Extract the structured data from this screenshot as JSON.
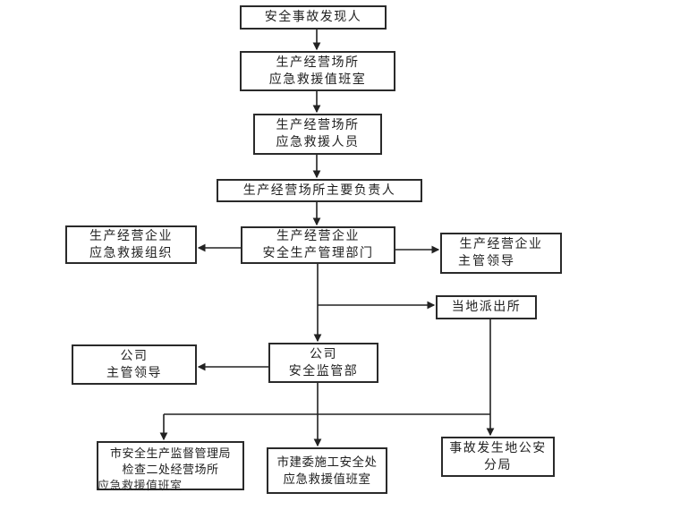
{
  "diagram": {
    "colors": {
      "background": "#ffffff",
      "box_fill": "#ffffff",
      "box_border": "#2a2a2a",
      "text": "#1f1f1f",
      "line": "#222222"
    },
    "nodes": [
      {
        "id": "accident-discoverer",
        "lines": [
          "安全事故发现人"
        ]
      },
      {
        "id": "site-emergency-duty-room",
        "lines": [
          "生产经营场所",
          "应急救援值班室"
        ]
      },
      {
        "id": "site-emergency-rescuers",
        "lines": [
          "生产经营场所",
          "应急救援人员"
        ]
      },
      {
        "id": "site-principal",
        "lines": [
          "生产经营场所主要负责人"
        ]
      },
      {
        "id": "enterprise-safety-mgmt-dept",
        "lines": [
          "生产经营企业",
          "安全生产管理部门"
        ]
      },
      {
        "id": "enterprise-rescue-org",
        "lines": [
          "生产经营企业",
          "应急救援组织"
        ]
      },
      {
        "id": "enterprise-leader",
        "lines": [
          "生产经营企业",
          "主管领导"
        ]
      },
      {
        "id": "local-police-station",
        "lines": [
          "当地派出所"
        ]
      },
      {
        "id": "company-safety-dept",
        "lines": [
          "公司",
          "安全监管部"
        ]
      },
      {
        "id": "company-leader",
        "lines": [
          "公司",
          "主管领导"
        ]
      },
      {
        "id": "city-safety-supervision-bureau",
        "lines": [
          "市安全生产监督管理局",
          "检查二处经营场所",
          "应急救援值班室"
        ]
      },
      {
        "id": "construction-committee-safety-division",
        "lines": [
          "市建委施工安全处",
          "应急救援值班室"
        ]
      },
      {
        "id": "accident-location-police-bureau",
        "lines": [
          "事故发生地公安",
          "分局"
        ]
      }
    ],
    "edges": [
      {
        "from": "accident-discoverer",
        "to": "site-emergency-duty-room"
      },
      {
        "from": "site-emergency-duty-room",
        "to": "site-emergency-rescuers"
      },
      {
        "from": "site-emergency-rescuers",
        "to": "site-principal"
      },
      {
        "from": "site-principal",
        "to": "enterprise-safety-mgmt-dept"
      },
      {
        "from": "enterprise-safety-mgmt-dept",
        "to": "enterprise-rescue-org"
      },
      {
        "from": "enterprise-safety-mgmt-dept",
        "to": "enterprise-leader"
      },
      {
        "from": "enterprise-safety-mgmt-dept",
        "to": "local-police-station"
      },
      {
        "from": "enterprise-safety-mgmt-dept",
        "to": "company-safety-dept"
      },
      {
        "from": "local-police-station",
        "to": "accident-location-police-bureau"
      },
      {
        "from": "company-safety-dept",
        "to": "company-leader"
      },
      {
        "from": "company-safety-dept",
        "to": "city-safety-supervision-bureau"
      },
      {
        "from": "company-safety-dept",
        "to": "construction-committee-safety-division"
      },
      {
        "from": "company-safety-dept",
        "to": "accident-location-police-bureau"
      }
    ]
  }
}
